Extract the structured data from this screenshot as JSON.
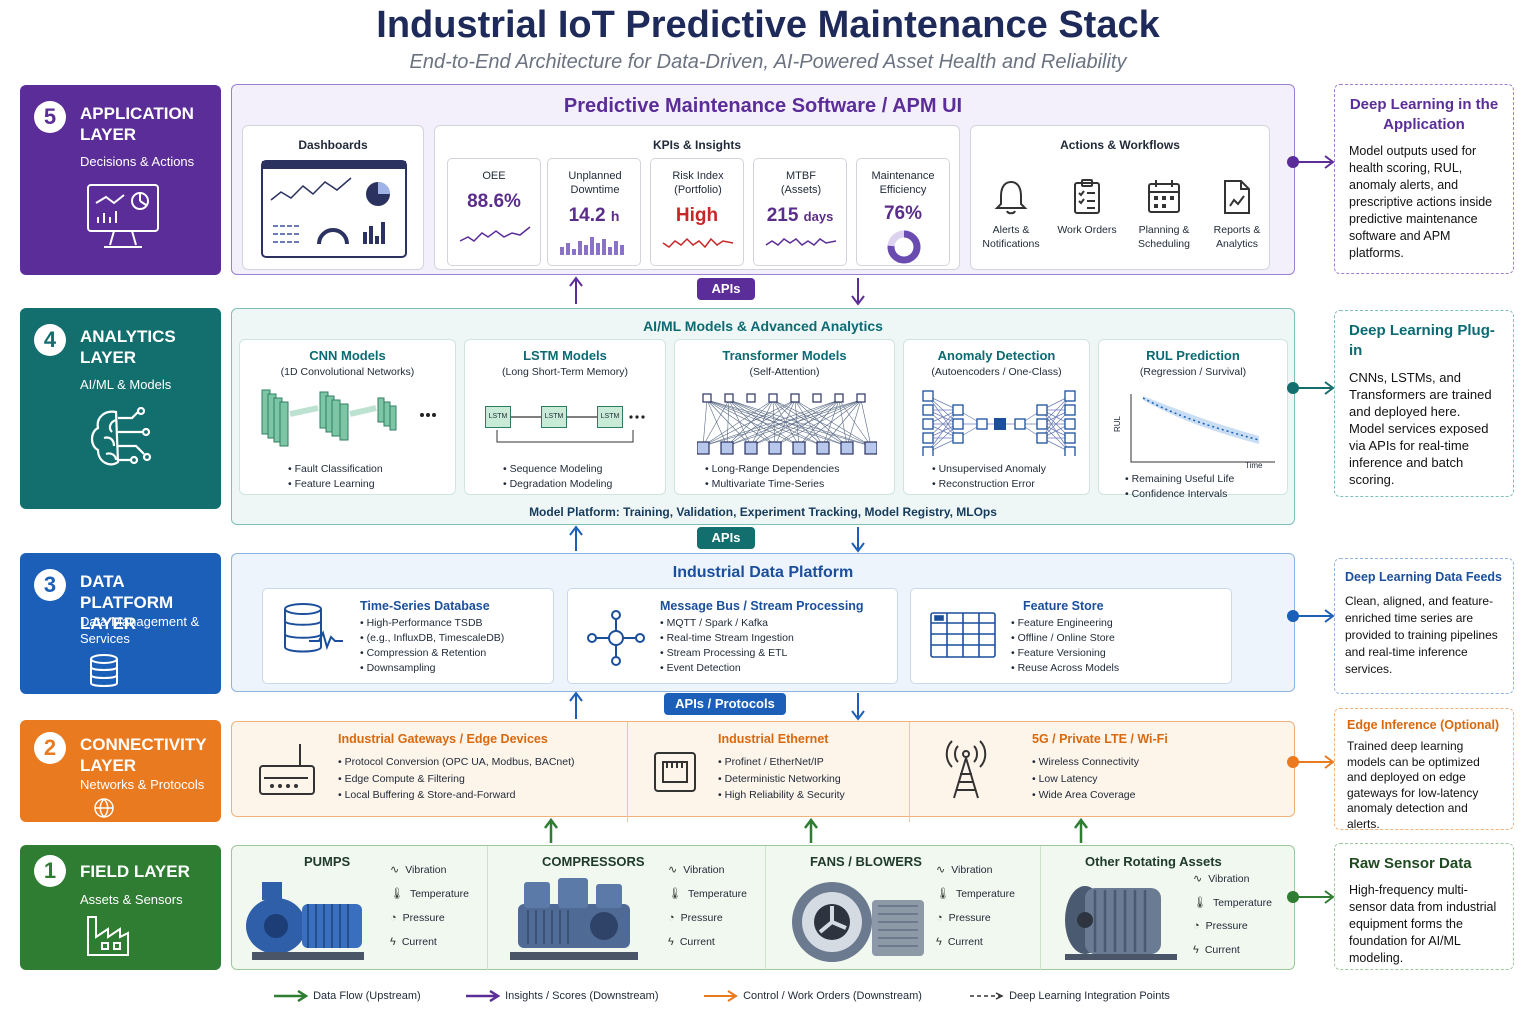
{
  "header": {
    "title": "Industrial IoT Predictive Maintenance Stack",
    "subtitle": "End-to-End Architecture for Data-Driven, AI-Powered Asset Health and Reliability"
  },
  "layers": [
    {
      "num": "5",
      "name": "APPLICATION LAYER",
      "sub": "Decisions & Actions",
      "color": "#5b2d98"
    },
    {
      "num": "4",
      "name": "ANALYTICS LAYER",
      "sub": "AI/ML & Models",
      "color": "#136e6e"
    },
    {
      "num": "3",
      "name": "DATA PLATFORM LAYER",
      "sub": "Data Management & Services",
      "color": "#1b5fb8"
    },
    {
      "num": "2",
      "name": "CONNECTIVITY LAYER",
      "sub": "Networks & Protocols",
      "color": "#ea7a1f"
    },
    {
      "num": "1",
      "name": "FIELD LAYER",
      "sub": "Assets & Sensors",
      "color": "#2e7d32"
    }
  ],
  "app": {
    "title": "Predictive Maintenance Software / APM UI",
    "dashboards": "Dashboards",
    "kpis_title": "KPIs & Insights",
    "kpis": [
      {
        "name": "OEE",
        "value": "88.6%"
      },
      {
        "name": "Unplanned Downtime",
        "value": "14.2",
        "unit": "h"
      },
      {
        "name": "Risk Index (Portfolio)",
        "value": "High"
      },
      {
        "name": "MTBF (Assets)",
        "value": "215",
        "unit": "days"
      },
      {
        "name": "Maintenance Efficiency",
        "value": "76%"
      }
    ],
    "actions_title": "Actions & Workflows",
    "actions": [
      "Alerts & Notifications",
      "Work Orders",
      "Planning & Scheduling",
      "Reports & Analytics"
    ]
  },
  "apis": [
    "APIs",
    "APIs",
    "APIs / Protocols"
  ],
  "analytics": {
    "title": "AI/ML Models & Advanced Analytics",
    "models": [
      {
        "title": "CNN Models",
        "sub": "(1D Convolutional Networks)",
        "bullets": [
          "Fault Classification",
          "Feature Learning"
        ]
      },
      {
        "title": "LSTM Models",
        "sub": "(Long Short-Term Memory)",
        "bullets": [
          "Sequence Modeling",
          "Degradation Modeling"
        ],
        "cell": "LSTM"
      },
      {
        "title": "Transformer Models",
        "sub": "(Self-Attention)",
        "bullets": [
          "Long-Range Dependencies",
          "Multivariate Time-Series"
        ]
      },
      {
        "title": "Anomaly Detection",
        "sub": "(Autoencoders / One-Class)",
        "bullets": [
          "Unsupervised Anomaly",
          "Reconstruction Error"
        ]
      },
      {
        "title": "RUL Prediction",
        "sub": "(Regression / Survival)",
        "bullets": [
          "Remaining Useful Life",
          "Confidence Intervals"
        ],
        "xaxis": "Time",
        "yaxis": "RUL"
      }
    ],
    "platform_label": "Model Platform:",
    "platform_text": "Training, Validation, Experiment Tracking, Model Registry, MLOps"
  },
  "data": {
    "title": "Industrial Data Platform",
    "cards": [
      {
        "title": "Time-Series Database",
        "bullets": [
          "High-Performance TSDB",
          "(e.g., InfluxDB, TimescaleDB)",
          "Compression & Retention",
          "Downsampling"
        ]
      },
      {
        "title": "Message Bus / Stream Processing",
        "bullets": [
          "MQTT / Spark / Kafka",
          "Real-time Stream Ingestion",
          "Stream Processing & ETL",
          "Event Detection"
        ]
      },
      {
        "title": "Feature Store",
        "bullets": [
          "Feature Engineering",
          "Offline / Online Store",
          "Feature Versioning",
          "Reuse Across Models"
        ]
      }
    ]
  },
  "conn": {
    "cols": [
      {
        "title": "Industrial Gateways / Edge Devices",
        "bullets": [
          "Protocol Conversion (OPC UA, Modbus, BACnet)",
          "Edge Compute & Filtering",
          "Local Buffering & Store-and-Forward"
        ]
      },
      {
        "title": "Industrial Ethernet",
        "bullets": [
          "Profinet / EtherNet/IP",
          "Deterministic Networking",
          "High Reliability & Security"
        ]
      },
      {
        "title": "5G / Private LTE / Wi-Fi",
        "bullets": [
          "Wireless Connectivity",
          "Low Latency",
          "Wide Area Coverage"
        ]
      }
    ]
  },
  "field": {
    "assets": [
      "PUMPS",
      "COMPRESSORS",
      "FANS / BLOWERS",
      "Other Rotating Assets"
    ],
    "sensors": [
      "Vibration",
      "Temperature",
      "Pressure",
      "Current"
    ]
  },
  "side": [
    {
      "title": "Deep Learning in the Application",
      "body": "Model outputs used for health scoring, RUL, anomaly alerts, and prescriptive actions inside predictive maintenance software and APM platforms.",
      "color": "#5b2d98"
    },
    {
      "title": "Deep Learning Plug-in",
      "body": "CNNs, LSTMs, and Transformers are trained and deployed here. Model services exposed via APIs for real-time inference and batch scoring.",
      "color": "#136e6e"
    },
    {
      "title": "Deep Learning Data Feeds",
      "body": "Clean, aligned, and feature-enriched time series are provided to training pipelines and real-time inference services.",
      "color": "#1b5fb8"
    },
    {
      "title": "Edge Inference (Optional)",
      "body": "Trained deep learning models can be optimized and deployed on edge gateways for low-latency anomaly detection and alerts.",
      "color": "#ea7a1f"
    },
    {
      "title": "Raw Sensor Data",
      "body": "High-frequency multi-sensor data from industrial equipment forms the foundation for AI/ML modeling.",
      "color": "#2e7d32"
    }
  ],
  "legend": [
    "Data Flow (Upstream)",
    "Insights / Scores (Downstream)",
    "Control / Work Orders (Downstream)",
    "Deep Learning Integration Points"
  ]
}
